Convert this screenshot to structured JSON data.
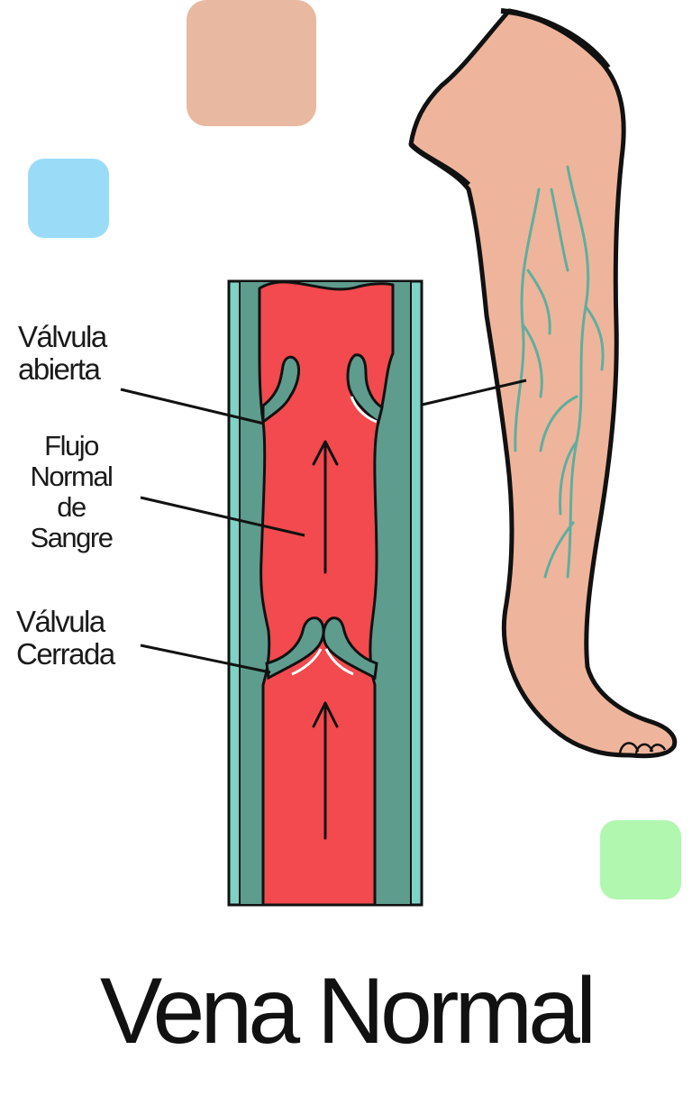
{
  "labels": {
    "open_valve": [
      "Válvula",
      "abierta"
    ],
    "blood_flow": [
      "Flujo",
      "Normal",
      "de",
      "Sangre"
    ],
    "closed_valve": [
      "Válvula",
      "Cerrada"
    ]
  },
  "title": "Vena Normal",
  "colors": {
    "swatch_skin": "#E8B9A0",
    "swatch_blue": "#9ADCF8",
    "swatch_green": "#B2F7B0",
    "blood": "#F24A4E",
    "vein_wall": "#5E9C8E",
    "vein_highlight": "#7ED3C5",
    "skin": "#EEB59C",
    "outline": "#111111"
  },
  "icons": [
    "leg-illustration",
    "vein-cross-section",
    "flow-arrow-icon"
  ]
}
